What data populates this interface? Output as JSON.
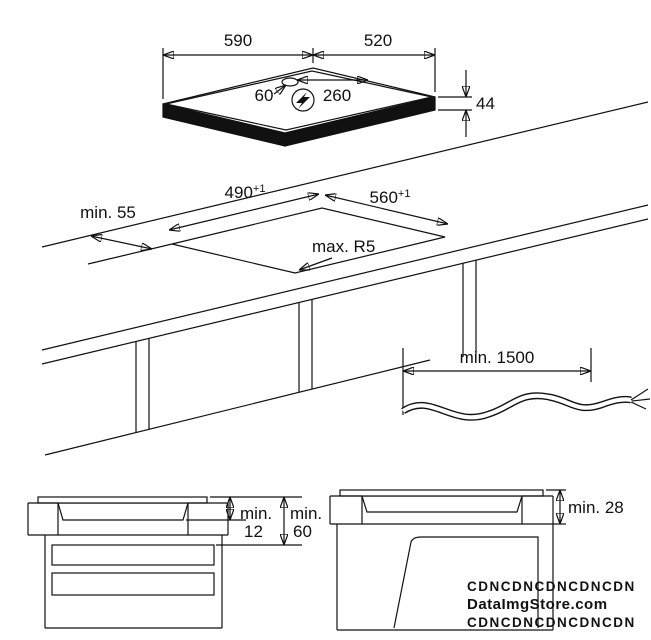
{
  "top_view": {
    "width": "590",
    "depth": "520",
    "height": "44",
    "gland_offset": "60",
    "cable_span": "260"
  },
  "cutout": {
    "depth_value": "490",
    "depth_tolerance": "+1",
    "width_value": "560",
    "width_tolerance": "+1",
    "edge_clearance": "min. 55",
    "corner_radius": "max. R5"
  },
  "cable": {
    "length": "min. 1500"
  },
  "drawer_section": {
    "gap1_label": "min.",
    "gap1_value": "12",
    "gap2_label": "min.",
    "gap2_value": "60"
  },
  "oven_section": {
    "clearance": "min. 28"
  },
  "watermark": {
    "line1": "CDNCDNCDNCDNCDN",
    "line2": "DataImgStore.com",
    "line3": "CDNCDNCDNCDNCDN",
    "color": "#00A651"
  }
}
